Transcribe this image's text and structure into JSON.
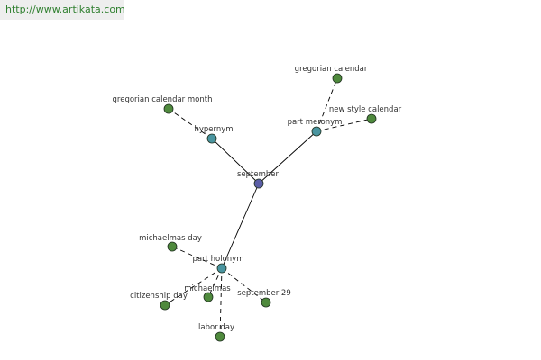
{
  "watermark": "http://www.artikata.com",
  "colors": {
    "center_node": "#5b5ea6",
    "relation_node": "#4a95a0",
    "leaf_node": "#4f8a3d",
    "edge": "#000000",
    "label": "#333333"
  },
  "graph": {
    "nodes": [
      {
        "id": "september",
        "label": "september",
        "kind": "center"
      },
      {
        "id": "hypernym",
        "label": "hypernym",
        "kind": "relation"
      },
      {
        "id": "part_meronym",
        "label": "part meronym",
        "kind": "relation"
      },
      {
        "id": "part_holonym",
        "label": "part holonym",
        "kind": "relation"
      },
      {
        "id": "gregorian_calendar_month",
        "label": "gregorian calendar month",
        "kind": "leaf"
      },
      {
        "id": "gregorian_calendar",
        "label": "gregorian calendar",
        "kind": "leaf"
      },
      {
        "id": "new_style_calendar",
        "label": "new style calendar",
        "kind": "leaf"
      },
      {
        "id": "michaelmas_day",
        "label": "michaelmas day",
        "kind": "leaf"
      },
      {
        "id": "citizenship_day",
        "label": "citizenship day",
        "kind": "leaf"
      },
      {
        "id": "michaelmas",
        "label": "michaelmas",
        "kind": "leaf"
      },
      {
        "id": "september_29",
        "label": "september 29",
        "kind": "leaf"
      },
      {
        "id": "labor_day",
        "label": "labor day",
        "kind": "leaf"
      }
    ],
    "edges": [
      {
        "from": "september",
        "to": "hypernym",
        "style": "solid"
      },
      {
        "from": "september",
        "to": "part_meronym",
        "style": "solid"
      },
      {
        "from": "september",
        "to": "part_holonym",
        "style": "solid"
      },
      {
        "from": "hypernym",
        "to": "gregorian_calendar_month",
        "style": "dashed"
      },
      {
        "from": "part_meronym",
        "to": "gregorian_calendar",
        "style": "dashed"
      },
      {
        "from": "part_meronym",
        "to": "new_style_calendar",
        "style": "dashed"
      },
      {
        "from": "part_holonym",
        "to": "michaelmas_day",
        "style": "dashed"
      },
      {
        "from": "part_holonym",
        "to": "citizenship_day",
        "style": "dashed"
      },
      {
        "from": "part_holonym",
        "to": "michaelmas",
        "style": "dashed"
      },
      {
        "from": "part_holonym",
        "to": "september_29",
        "style": "dashed"
      },
      {
        "from": "part_holonym",
        "to": "labor_day",
        "style": "dashed"
      }
    ]
  }
}
